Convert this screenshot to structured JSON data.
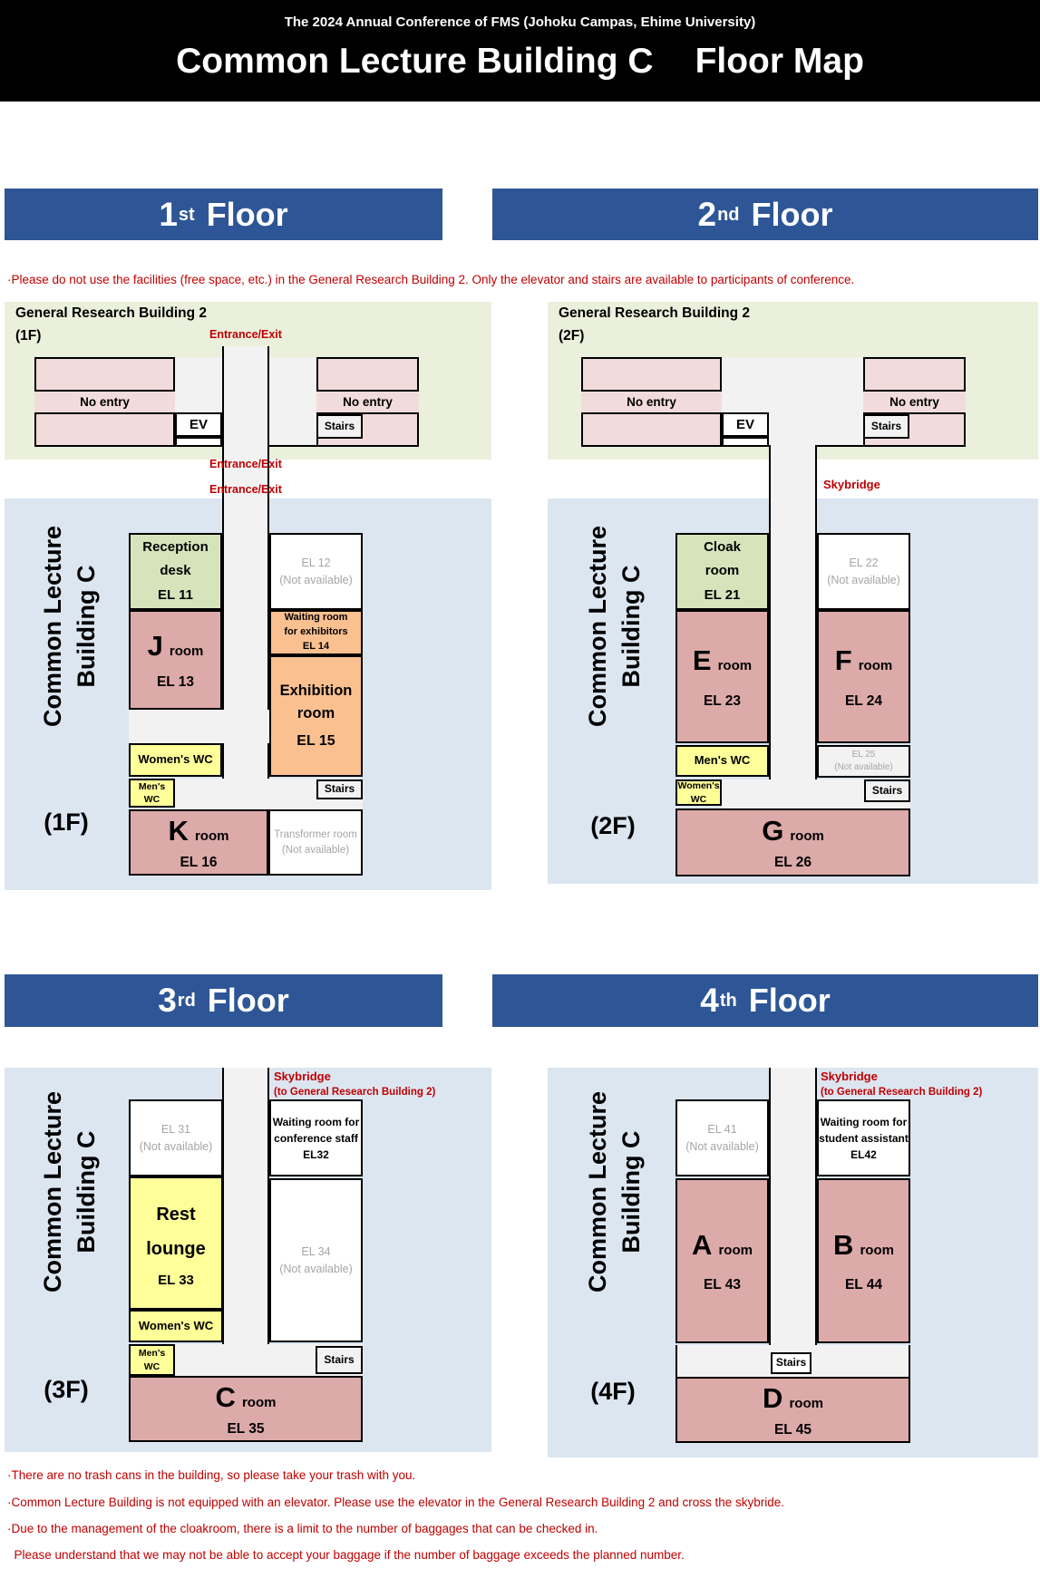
{
  "header": {
    "subtitle": "The 2024 Annual Conference of FMS (Johoku Campas, Ehime University)",
    "title_main": "Common Lecture Building C",
    "title_sub": "Floor Map"
  },
  "top_note": "·Please do not use the facilities (free space, etc.) in the General Research Building 2. Only the elevator and stairs are available to participants of conference.",
  "common": {
    "grb_title": "General Research Building 2",
    "no_entry": "No entry",
    "ev": "EV",
    "stairs": "Stairs",
    "entrance_exit": "Entrance/Exit",
    "skybridge": "Skybridge",
    "skybridge_to": "(to General Research Building 2)",
    "side_label_1": "Common Lecture",
    "side_label_2": "Building C",
    "womens_wc": "Women's WC",
    "mens_wc": "Men's WC",
    "mens_wc_2l": [
      "Men's",
      "WC"
    ],
    "womens_wc_2l": [
      "Women's",
      "WC"
    ],
    "not_available": "(Not available)"
  },
  "floor1": {
    "banner": {
      "num": "1",
      "sup": "st",
      "word": "Floor"
    },
    "grb_level": "(1F)",
    "clb_level": "(1F)",
    "rooms": {
      "reception": [
        "Reception",
        "desk",
        "EL 11"
      ],
      "el12": "EL 12",
      "j": {
        "letter": "J",
        "word": "room",
        "code": "EL 13"
      },
      "waiting": [
        "Waiting room",
        "for exhibitors",
        "EL 14"
      ],
      "exhibition": [
        "Exhibition",
        "room",
        "EL 15"
      ],
      "k": {
        "letter": "K",
        "word": "room",
        "code": "EL 16"
      },
      "transformer": [
        "Transformer room",
        "(Not available)"
      ]
    }
  },
  "floor2": {
    "banner": {
      "num": "2",
      "sup": "nd",
      "word": "Floor"
    },
    "grb_level": "(2F)",
    "clb_level": "(2F)",
    "rooms": {
      "cloak": [
        "Cloak",
        "room",
        "EL 21"
      ],
      "el22": "EL 22",
      "e": {
        "letter": "E",
        "word": "room",
        "code": "EL 23"
      },
      "f": {
        "letter": "F",
        "word": "room",
        "code": "EL 24"
      },
      "el25": "EL 25",
      "g": {
        "letter": "G",
        "word": "room",
        "code": "EL 26"
      }
    }
  },
  "floor3": {
    "banner": {
      "num": "3",
      "sup": "rd",
      "word": "Floor"
    },
    "clb_level": "(3F)",
    "rooms": {
      "el31": "EL 31",
      "staff": [
        "Waiting room for",
        "conference staff",
        "EL32"
      ],
      "rest": [
        "Rest",
        "lounge",
        "EL 33"
      ],
      "el34": "EL 34",
      "c": {
        "letter": "C",
        "word": "room",
        "code": "EL 35"
      }
    }
  },
  "floor4": {
    "banner": {
      "num": "4",
      "sup": "th",
      "word": "Floor"
    },
    "clb_level": "(4F)",
    "rooms": {
      "el41": "EL 41",
      "assistant": [
        "Waiting room for",
        "student assistant",
        "EL42"
      ],
      "a": {
        "letter": "A",
        "word": "room",
        "code": "EL 43"
      },
      "b": {
        "letter": "B",
        "word": "room",
        "code": "EL 44"
      },
      "d": {
        "letter": "D",
        "word": "room",
        "code": "EL 45"
      }
    }
  },
  "notes": [
    "·There are no trash cans in the building, so please take your trash with you.",
    "·Common Lecture Building is not equipped with an elevator. Please use the elevator in the General Research Building 2 and cross the skybride.",
    "·Due to the management of the cloakroom, there is a limit to the number of baggages that can be checked in.",
    "  Please understand that we may not be able to accept your baggage if the number of baggage exceeds the planned number."
  ],
  "colors": {
    "banner_blue": "#2E5697",
    "note_red": "#C00000",
    "panel_green": "#EBF0DC",
    "panel_blue": "#DCE6F1",
    "grb_room_pink": "#F2DCDB",
    "lecture_room_pink": "#DCAAA9",
    "reception_green": "#D6E4BC",
    "exhibition_orange": "#FAC090",
    "wc_yellow": "#FFFF99",
    "corridor_gray": "#F2F2F2",
    "not_available_gray": "#A6A6A6"
  }
}
